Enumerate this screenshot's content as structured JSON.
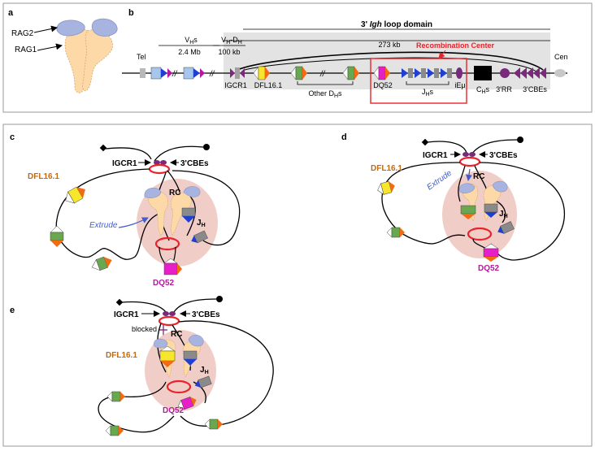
{
  "panels": {
    "a": "a",
    "b": "b",
    "c": "c",
    "d": "d",
    "e": "e"
  },
  "panel_a": {
    "rag2": "RAG2",
    "rag1": "RAG1"
  },
  "panel_b": {
    "domain_title_prefix": "3' ",
    "domain_title_italic": "Igh",
    "domain_title_suffix": " loop domain",
    "size_273": "273 kb",
    "rc_label": "Recombination Center",
    "tel": "Tel",
    "cen": "Cen",
    "vhs": "V",
    "vhs_sub": "H",
    "vhs_suffix": "s",
    "vh_dh": "V",
    "vh_dh_sub1": "H",
    "vh_dh_mid": "-D",
    "vh_dh_sub2": "H",
    "size_2_4": "2.4 Mb",
    "size_100": "100 kb",
    "igcr1": "IGCR1",
    "dfl": "DFL16.1",
    "other_dhs": "Other D",
    "other_dhs_sub": "H",
    "other_dhs_suffix": "s",
    "dq52": "DQ52",
    "jhs": "J",
    "jhs_sub": "H",
    "jhs_suffix": "s",
    "iemu": "iEμ",
    "chs": "C",
    "chs_sub": "H",
    "chs_suffix": "s",
    "rr3": "3'RR",
    "cbes3": "3'CBEs"
  },
  "panel_c": {
    "igcr1": "IGCR1",
    "cbes": "3'CBEs",
    "dfl": "DFL16.1",
    "rc": "RC",
    "extrude": "Extrude",
    "jh": "J",
    "jh_sub": "H",
    "dq52": "DQ52"
  },
  "panel_d": {
    "igcr1": "IGCR1",
    "cbes": "3'CBEs",
    "dfl": "DFL16.1",
    "rc": "RC",
    "extrude": "Extrude",
    "jh": "J",
    "jh_sub": "H",
    "dq52": "DQ52"
  },
  "panel_e": {
    "igcr1": "IGCR1",
    "cbes": "3'CBEs",
    "blocked": "blocked",
    "rc": "RC",
    "dfl": "DFL16.1",
    "jh": "J",
    "jh_sub": "H",
    "dq52": "DQ52"
  },
  "colors": {
    "rag1": "#fdd9a8",
    "rag2": "#a8b4e0",
    "rc_blob": "#f0c8c2",
    "rc_box": "#e8232a",
    "dfl_label": "#c06a12",
    "dq52_label": "#b5179e",
    "extrude": "#3e5fcf",
    "ctcf_purple": "#7a2a7a"
  }
}
